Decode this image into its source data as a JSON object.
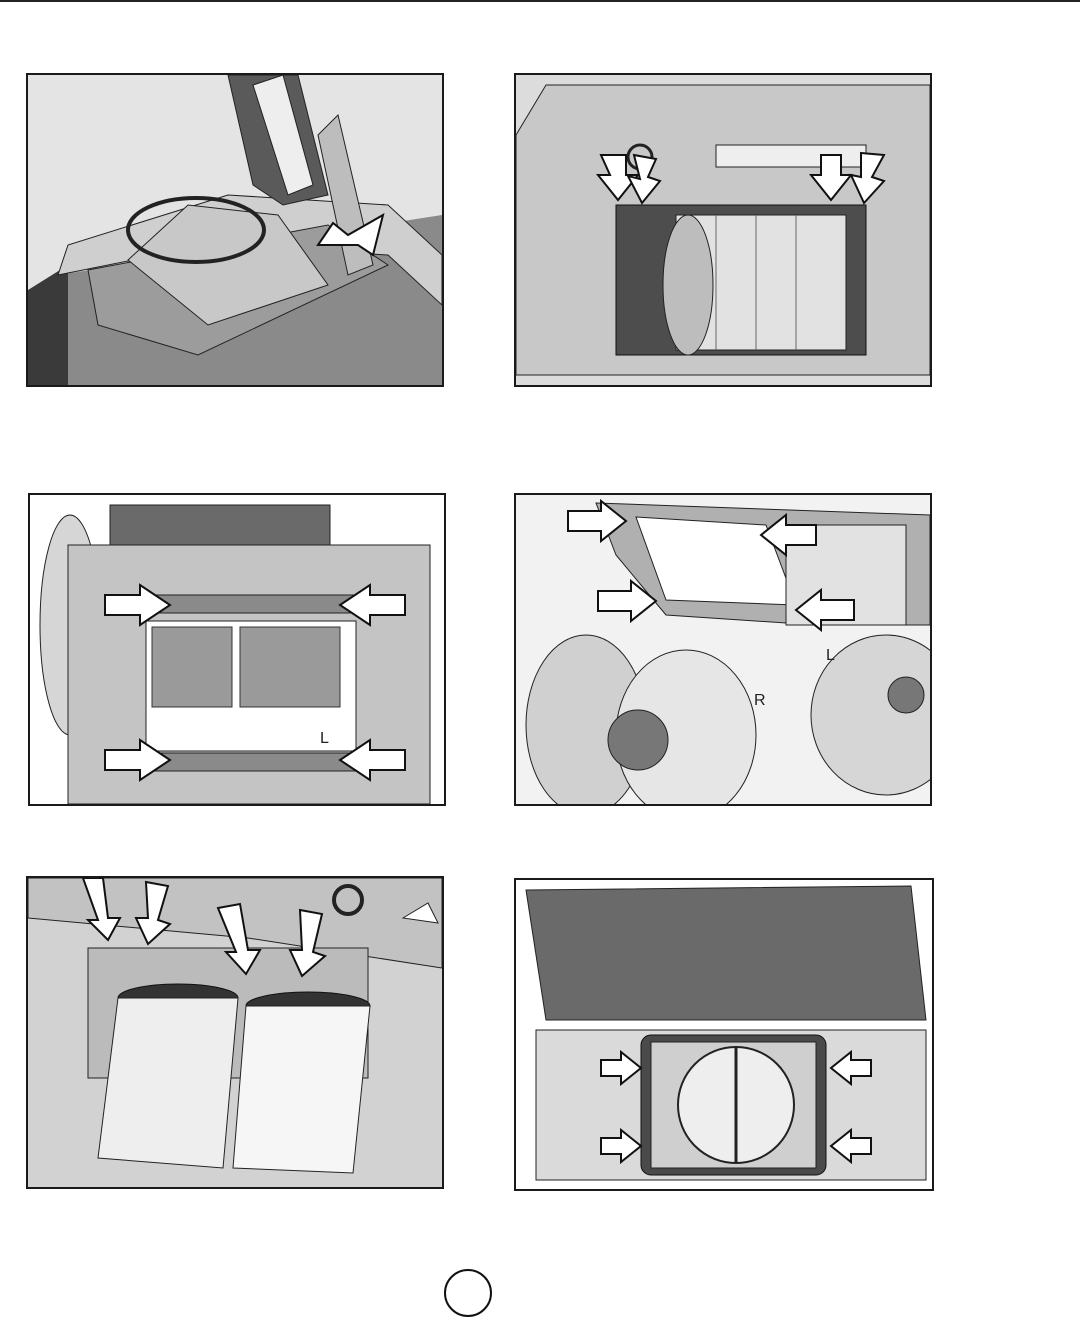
{
  "figures": [
    {
      "id": "fig1",
      "name": "damper-connector-figure"
    },
    {
      "id": "fig2",
      "name": "blower-mounting-figure"
    },
    {
      "id": "fig3",
      "name": "blower-plate-screws-figure"
    },
    {
      "id": "fig4",
      "name": "dual-blower-bracket-figure"
    },
    {
      "id": "fig5",
      "name": "dual-blower-install-figure"
    },
    {
      "id": "fig6",
      "name": "transition-damper-figure"
    }
  ],
  "fig3_label": "L",
  "fig4_labels": {
    "right": "R",
    "left": "L"
  },
  "page": {
    "number": ""
  },
  "colors": {
    "line": "#1a1a1a",
    "metal_light": "#e6e6e6",
    "metal_mid": "#b5b5b5",
    "metal_dark": "#4a4a4a"
  }
}
